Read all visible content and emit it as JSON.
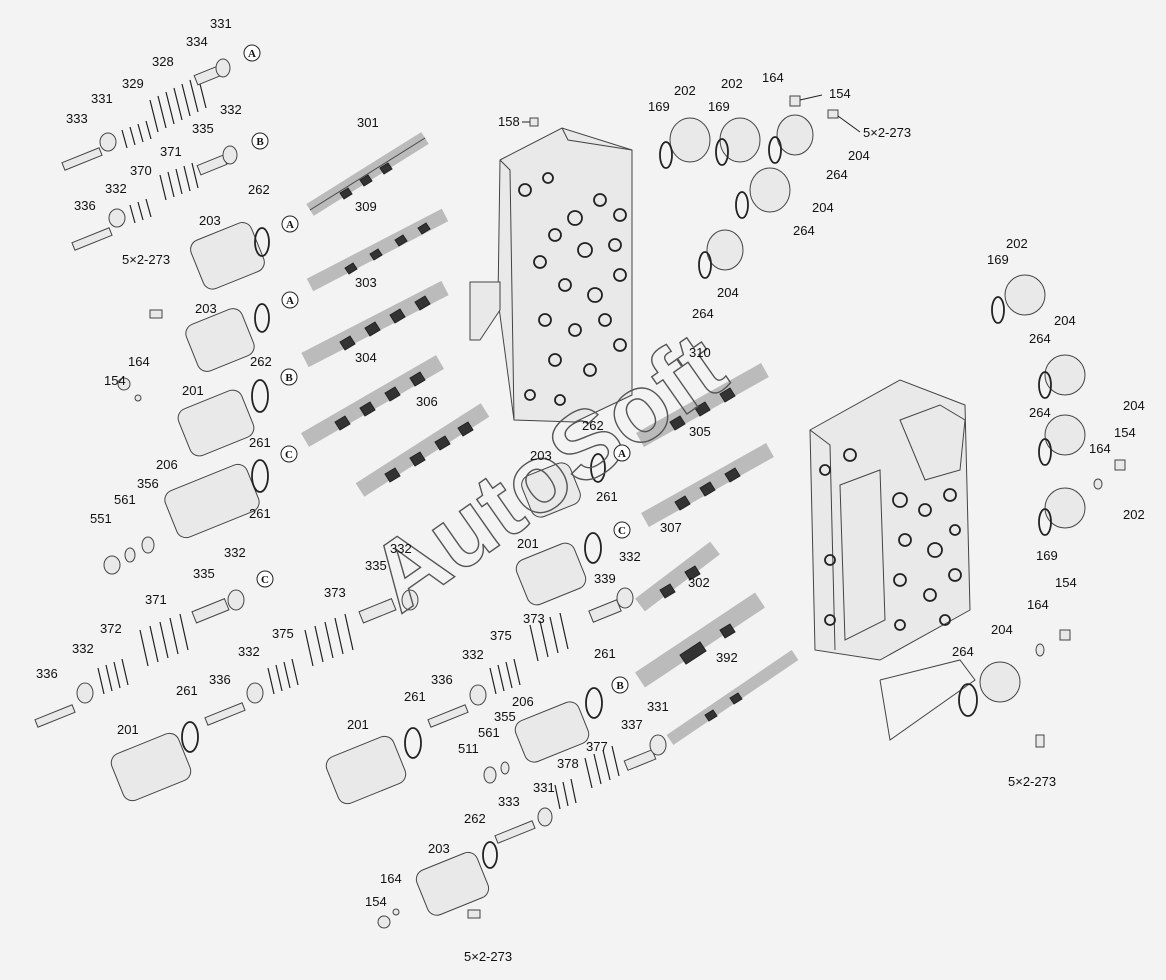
{
  "colors": {
    "background": "#f3f3f3",
    "ink": "#222222"
  },
  "watermark": "AutoSoft",
  "callouts": [
    {
      "id": "c1",
      "text": "331"
    },
    {
      "id": "c2",
      "text": "334"
    },
    {
      "id": "c3",
      "text": "328"
    },
    {
      "id": "c4",
      "text": "329"
    },
    {
      "id": "c5",
      "text": "331"
    },
    {
      "id": "c6",
      "text": "333"
    },
    {
      "id": "c7",
      "text": "332"
    },
    {
      "id": "c8",
      "text": "335"
    },
    {
      "id": "c9",
      "text": "371"
    },
    {
      "id": "c10",
      "text": "370"
    },
    {
      "id": "c11",
      "text": "332"
    },
    {
      "id": "c12",
      "text": "336"
    },
    {
      "id": "c13",
      "text": "301"
    },
    {
      "id": "c14",
      "text": "262"
    },
    {
      "id": "c15",
      "text": "203"
    },
    {
      "id": "c16",
      "text": "309"
    },
    {
      "id": "c17",
      "text": "5×2-273"
    },
    {
      "id": "c18",
      "text": "303"
    },
    {
      "id": "c19",
      "text": "203"
    },
    {
      "id": "c20",
      "text": "262"
    },
    {
      "id": "c21",
      "text": "164"
    },
    {
      "id": "c22",
      "text": "154"
    },
    {
      "id": "c23",
      "text": "304"
    },
    {
      "id": "c24",
      "text": "201"
    },
    {
      "id": "c25",
      "text": "306"
    },
    {
      "id": "c26",
      "text": "261"
    },
    {
      "id": "c27",
      "text": "206"
    },
    {
      "id": "c28",
      "text": "356"
    },
    {
      "id": "c29",
      "text": "561"
    },
    {
      "id": "c30",
      "text": "551"
    },
    {
      "id": "c31",
      "text": "261"
    },
    {
      "id": "c32",
      "text": "158"
    },
    {
      "id": "c33",
      "text": "169"
    },
    {
      "id": "c34",
      "text": "202"
    },
    {
      "id": "c35",
      "text": "169"
    },
    {
      "id": "c36",
      "text": "202"
    },
    {
      "id": "c37",
      "text": "164"
    },
    {
      "id": "c38",
      "text": "154"
    },
    {
      "id": "c39",
      "text": "5×2-273"
    },
    {
      "id": "c40",
      "text": "204"
    },
    {
      "id": "c41",
      "text": "264"
    },
    {
      "id": "c42",
      "text": "204"
    },
    {
      "id": "c43",
      "text": "264"
    },
    {
      "id": "c44",
      "text": "204"
    },
    {
      "id": "c45",
      "text": "264"
    },
    {
      "id": "c46",
      "text": "310"
    },
    {
      "id": "c47",
      "text": "262"
    },
    {
      "id": "c48",
      "text": "305"
    },
    {
      "id": "c49",
      "text": "203"
    },
    {
      "id": "c50",
      "text": "261"
    },
    {
      "id": "c51",
      "text": "201"
    },
    {
      "id": "c52",
      "text": "307"
    },
    {
      "id": "c53",
      "text": "332"
    },
    {
      "id": "c54",
      "text": "339"
    },
    {
      "id": "c55",
      "text": "332"
    },
    {
      "id": "c56",
      "text": "335"
    },
    {
      "id": "c57",
      "text": "332"
    },
    {
      "id": "c58",
      "text": "335"
    },
    {
      "id": "c59",
      "text": "371"
    },
    {
      "id": "c60",
      "text": "372"
    },
    {
      "id": "c61",
      "text": "332"
    },
    {
      "id": "c62",
      "text": "336"
    },
    {
      "id": "c63",
      "text": "373"
    },
    {
      "id": "c64",
      "text": "375"
    },
    {
      "id": "c65",
      "text": "332"
    },
    {
      "id": "c66",
      "text": "261"
    },
    {
      "id": "c67",
      "text": "336"
    },
    {
      "id": "c68",
      "text": "201"
    },
    {
      "id": "c69",
      "text": "373"
    },
    {
      "id": "c70",
      "text": "302"
    },
    {
      "id": "c71",
      "text": "375"
    },
    {
      "id": "c72",
      "text": "332"
    },
    {
      "id": "c73",
      "text": "336"
    },
    {
      "id": "c74",
      "text": "261"
    },
    {
      "id": "c75",
      "text": "261"
    },
    {
      "id": "c76",
      "text": "206"
    },
    {
      "id": "c77",
      "text": "355"
    },
    {
      "id": "c78",
      "text": "561"
    },
    {
      "id": "c79",
      "text": "511"
    },
    {
      "id": "c80",
      "text": "201"
    },
    {
      "id": "c81",
      "text": "392"
    },
    {
      "id": "c82",
      "text": "331"
    },
    {
      "id": "c83",
      "text": "337"
    },
    {
      "id": "c84",
      "text": "377"
    },
    {
      "id": "c85",
      "text": "378"
    },
    {
      "id": "c86",
      "text": "331"
    },
    {
      "id": "c87",
      "text": "333"
    },
    {
      "id": "c88",
      "text": "262"
    },
    {
      "id": "c89",
      "text": "203"
    },
    {
      "id": "c90",
      "text": "164"
    },
    {
      "id": "c91",
      "text": "154"
    },
    {
      "id": "c92",
      "text": "5×2-273"
    },
    {
      "id": "c93",
      "text": "202"
    },
    {
      "id": "c94",
      "text": "169"
    },
    {
      "id": "c95",
      "text": "204"
    },
    {
      "id": "c96",
      "text": "264"
    },
    {
      "id": "c97",
      "text": "204"
    },
    {
      "id": "c98",
      "text": "264"
    },
    {
      "id": "c99",
      "text": "164"
    },
    {
      "id": "c100",
      "text": "154"
    },
    {
      "id": "c101",
      "text": "202"
    },
    {
      "id": "c102",
      "text": "169"
    },
    {
      "id": "c103",
      "text": "154"
    },
    {
      "id": "c104",
      "text": "164"
    },
    {
      "id": "c105",
      "text": "204"
    },
    {
      "id": "c106",
      "text": "264"
    },
    {
      "id": "c107",
      "text": "5×2-273"
    }
  ],
  "markers": [
    {
      "id": "m1",
      "text": "A"
    },
    {
      "id": "m2",
      "text": "B"
    },
    {
      "id": "m3",
      "text": "A"
    },
    {
      "id": "m4",
      "text": "A"
    },
    {
      "id": "m5",
      "text": "B"
    },
    {
      "id": "m6",
      "text": "C"
    },
    {
      "id": "m7",
      "text": "C"
    },
    {
      "id": "m8",
      "text": "A"
    },
    {
      "id": "m9",
      "text": "C"
    },
    {
      "id": "m10",
      "text": "B"
    }
  ]
}
